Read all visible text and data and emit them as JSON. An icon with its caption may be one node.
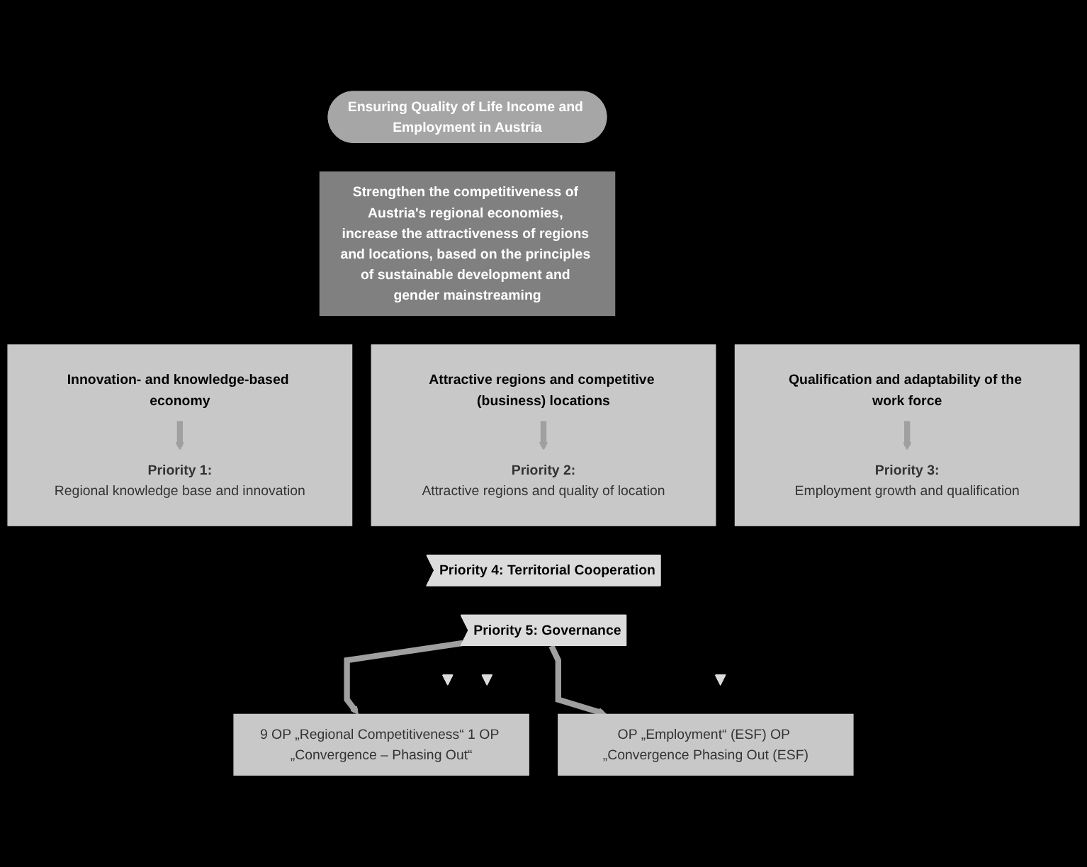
{
  "diagram": {
    "nodes": [
      {
        "text": [
          "Ensuring Quality of Life Income and Employment in Austria"
        ]
      },
      {
        "text": [
          "Strengthen the competitiveness of Austria's regional economies, increase the attractiveness of regions and locations, based on the principles of sustainable development and gender mainstreaming"
        ]
      },
      {
        "text": [],
        "shape": "box"
      },
      {
        "text": [
          "Innovation- and knowledge-based economy"
        ],
        "in": 2
      },
      {
        "text": [
          "Priority 1:",
          "Regional knowledge base and innovation"
        ],
        "in": 2
      },
      {
        "text": [],
        "shape": "box"
      },
      {
        "text": [
          "Attractive regions and competitive (business) locations"
        ],
        "in": 5
      },
      {
        "text": [
          "Priority 2:",
          "Attractive regions and quality of location"
        ],
        "in": 5
      },
      {
        "text": [],
        "shape": "box"
      },
      {
        "text": [
          "Qualification and adaptability of the work force"
        ],
        "in": 8
      },
      {
        "text": [
          "Priority 3:",
          "Employment growth and qualification"
        ],
        "in": 8
      },
      {
        "text": [
          "Priority 4: Territorial Cooperation"
        ]
      },
      {
        "text": [
          "Priority 5: Governance"
        ]
      },
      {
        "text": [],
        "shape": "triangle"
      },
      {
        "text": [],
        "shape": "triangle"
      },
      {
        "text": [],
        "shape": "triangle"
      },
      {
        "text": [
          "9 OP „Regional Competitiveness“ 1 OP „Convergence – Phasing Out“"
        ]
      },
      {
        "text": [
          "OP „Employment“ (ESF) OP „Convergence Phasing Out (ESF)"
        ]
      }
    ],
    "edges": [
      {
        "from": 3,
        "to": 4,
        "arrow": "to"
      },
      {
        "from": 6,
        "to": 7,
        "arrow": "to"
      },
      {
        "from": 9,
        "to": 10,
        "arrow": "to"
      },
      {
        "from": 12,
        "to": 16,
        "arrow": "to"
      },
      {
        "from": 12,
        "to": 17,
        "arrow": "to"
      }
    ]
  }
}
